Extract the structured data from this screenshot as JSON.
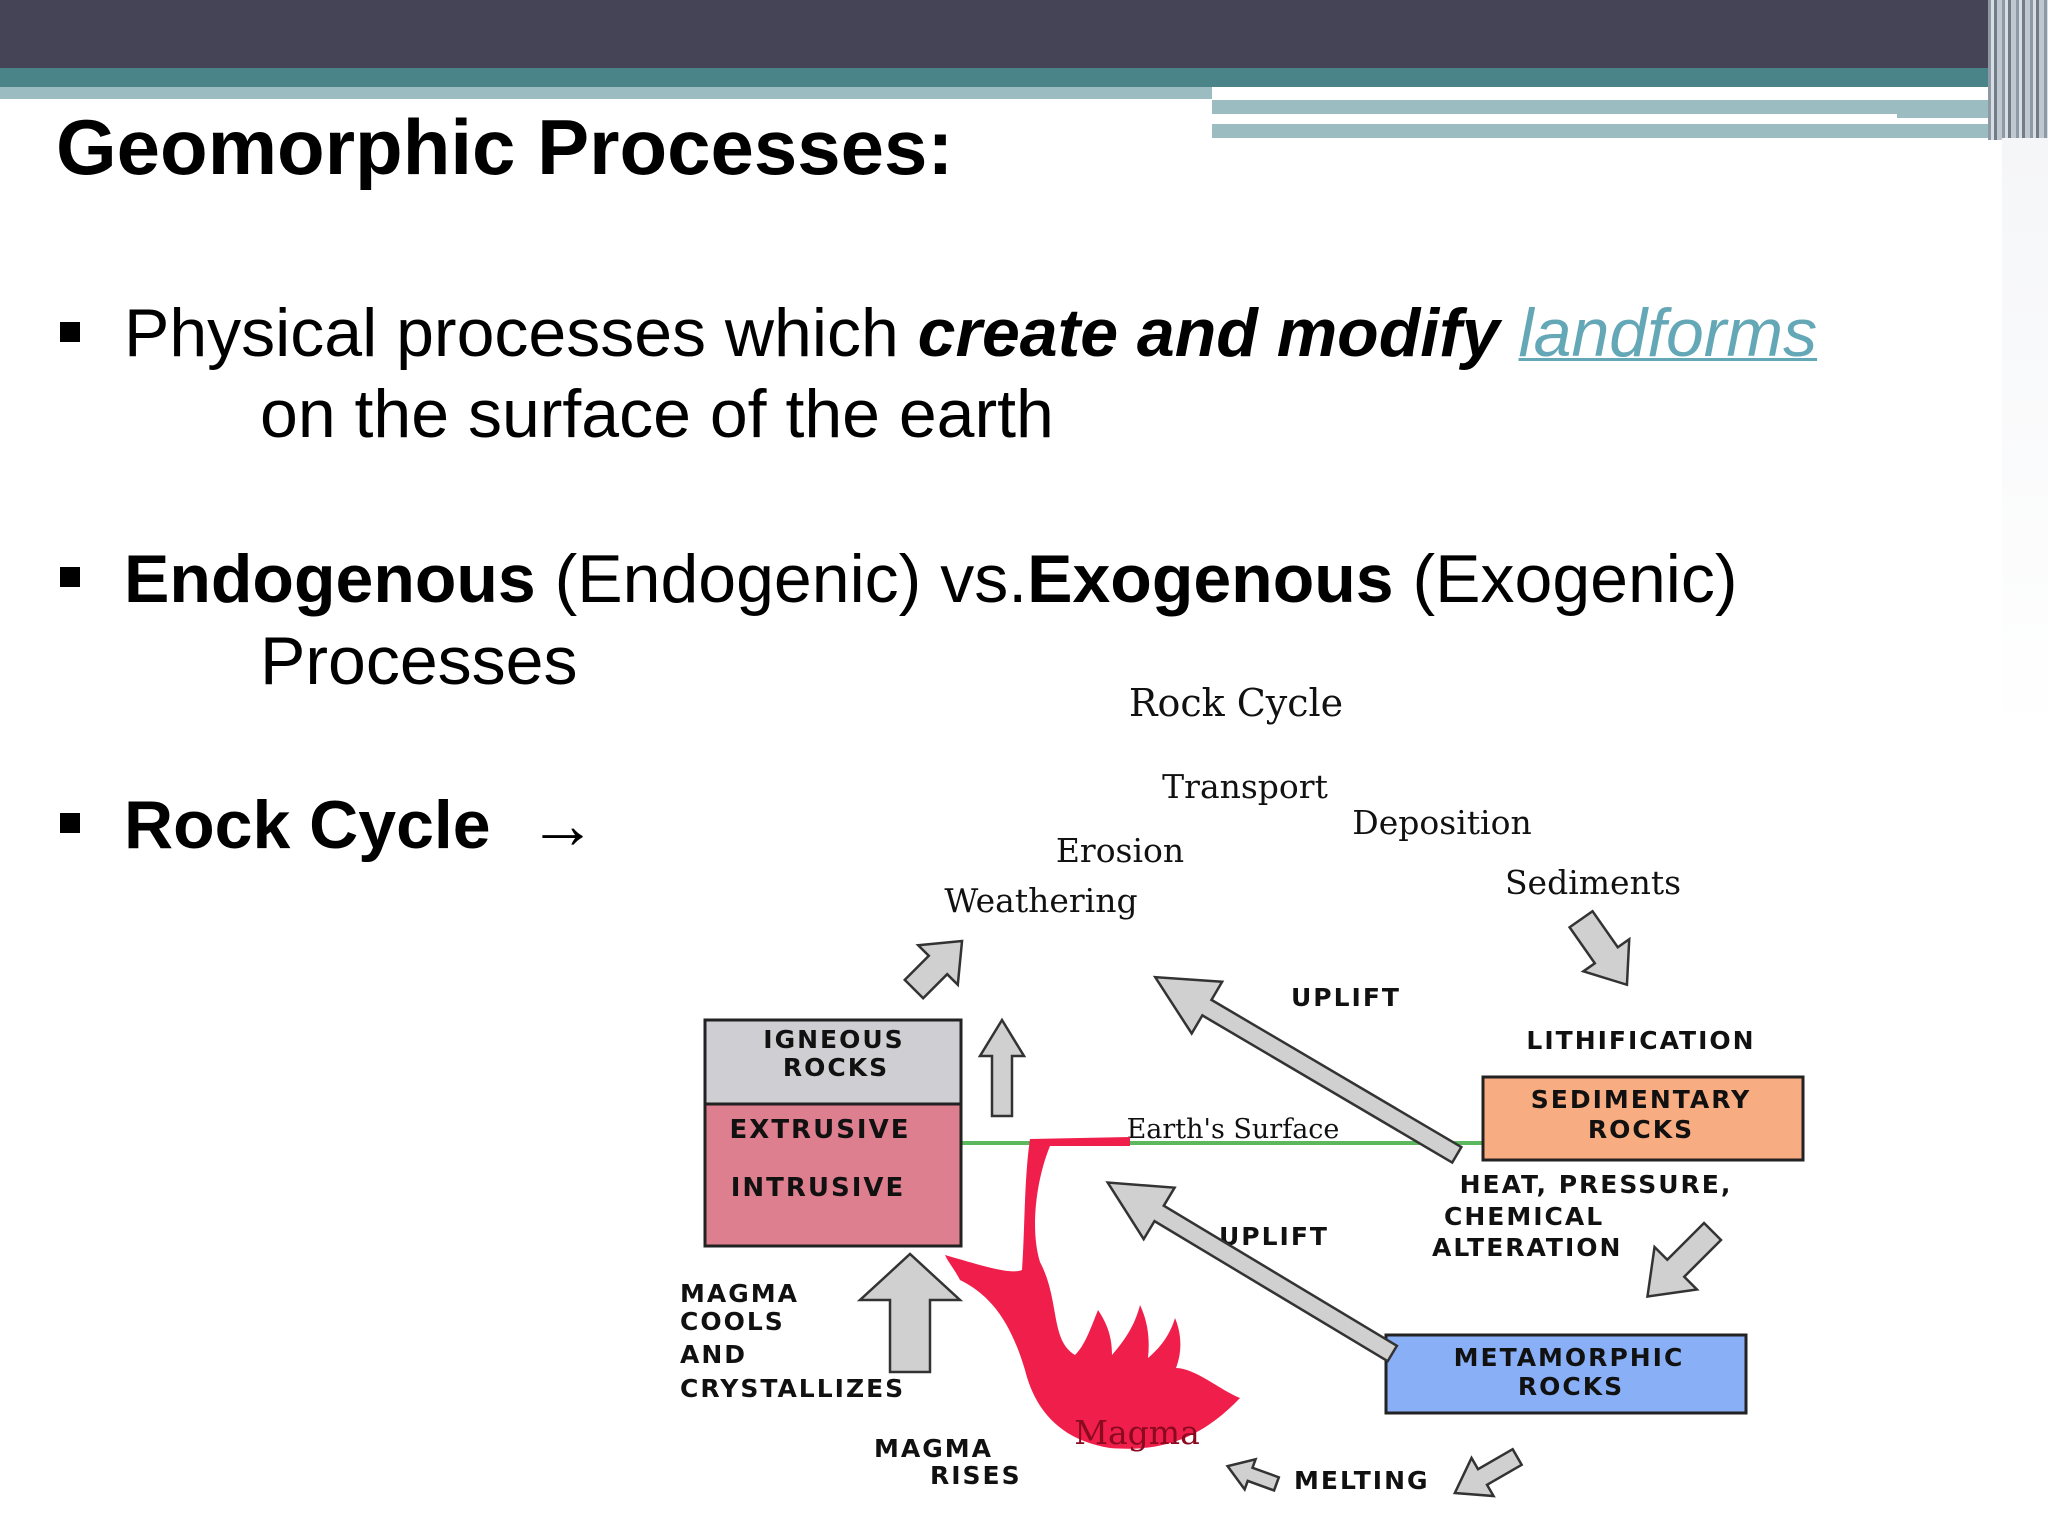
{
  "slide": {
    "title": "Geomorphic Processes:",
    "bullets": [
      {
        "normal1": "Physical processes which ",
        "emphasis": "create and modify",
        "link": "landforms",
        "continuation": "on the surface of the earth"
      },
      {
        "term1": "Endogenous",
        "alt1": " (Endogenic) vs.",
        "term2": "Exogenous",
        "alt2": " (Exogenic)",
        "continuation": "Processes"
      },
      {
        "term": "Rock Cycle",
        "arrow": "→"
      }
    ]
  },
  "diagram": {
    "title": "Rock Cycle",
    "labels": {
      "transport": "Transport",
      "deposition": "Deposition",
      "erosion": "Erosion",
      "weathering": "Weathering",
      "sediments": "Sediments",
      "uplift_top": "UPLIFT",
      "lithification": "LITHIFICATION",
      "earths_surface": "Earth's Surface",
      "uplift_mid": "UPLIFT",
      "heat_line1": "HEAT, PRESSURE,",
      "heat_line2": "CHEMICAL",
      "heat_line3": "ALTERATION",
      "magma_cools_1": "MAGMA",
      "magma_cools_2": "COOLS",
      "magma_cools_3": "AND",
      "magma_cools_4": "CRYSTALLIZES",
      "magma_rises_1": "MAGMA",
      "magma_rises_2": "RISES",
      "magma": "Magma",
      "melting": "MELTING"
    },
    "boxes": {
      "igneous_line1": "IGNEOUS",
      "igneous_line2": "ROCKS",
      "extrusive": "EXTRUSIVE",
      "intrusive": "INTRUSIVE",
      "sedimentary_line1": "SEDIMENTARY",
      "sedimentary_line2": "ROCKS",
      "metamorphic_line1": "METAMORPHIC",
      "metamorphic_line2": "ROCKS"
    },
    "colors": {
      "igneous_top": "#cfcfd3",
      "igneous_bottom": "#dd7f8e",
      "sedimentary": "#f8ac82",
      "metamorphic": "#89b0f7",
      "magma": "#f01e4a",
      "surface_line": "#5cb85c",
      "arrow_fill": "#d0d0d0"
    }
  }
}
